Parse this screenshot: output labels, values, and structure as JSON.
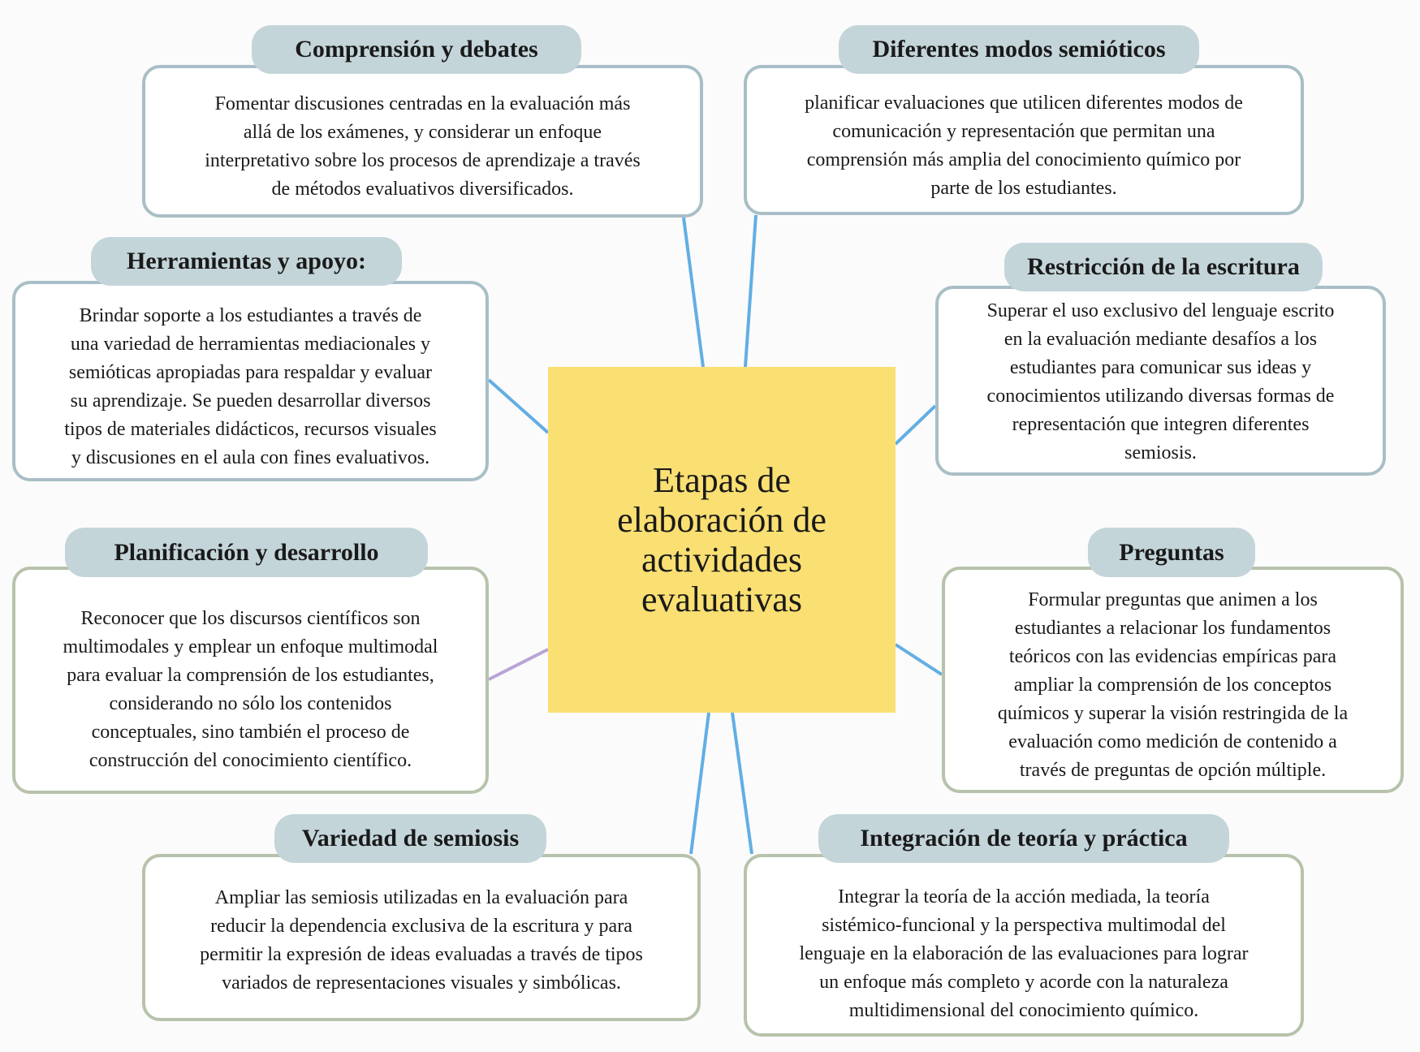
{
  "center": {
    "lines": [
      "Etapas de",
      "elaboración de",
      "actividades",
      "evaluativas"
    ]
  },
  "nodes": [
    {
      "title": "Comprensión y debates",
      "lines": [
        "Fomentar discusiones centradas en la evaluación más",
        "allá de los exámenes, y considerar un enfoque",
        "interpretativo sobre los procesos de aprendizaje a través",
        "de métodos evaluativos diversificados."
      ]
    },
    {
      "title": "Diferentes modos semióticos",
      "lines": [
        "planificar evaluaciones que utilicen diferentes modos de",
        "comunicación y representación que permitan una",
        "comprensión más amplia del conocimiento químico por",
        "parte de los estudiantes."
      ]
    },
    {
      "title": "Herramientas y apoyo:",
      "lines": [
        "Brindar soporte a los estudiantes a través de",
        "una variedad de herramientas mediacionales y",
        "semióticas apropiadas para respaldar y evaluar",
        "su aprendizaje. Se pueden desarrollar diversos",
        "tipos de materiales didácticos, recursos visuales",
        "y discusiones en el aula con fines evaluativos."
      ]
    },
    {
      "title": "Restricción de la escritura",
      "lines": [
        "Superar el uso exclusivo del lenguaje escrito",
        "en la evaluación mediante desafíos a los",
        "estudiantes para comunicar sus ideas y",
        "conocimientos utilizando diversas formas de",
        "representación que integren diferentes",
        "semiosis."
      ]
    },
    {
      "title": "Planificación y desarrollo",
      "lines": [
        "Reconocer que los discursos científicos son",
        "multimodales y emplear un enfoque multimodal",
        "para evaluar la comprensión de los estudiantes,",
        "considerando no sólo los contenidos",
        "conceptuales, sino también el proceso de",
        "construcción del conocimiento científico."
      ]
    },
    {
      "title": "Preguntas",
      "lines": [
        "Formular preguntas que animen a los",
        "estudiantes a relacionar los fundamentos",
        "teóricos con las evidencias empíricas para",
        "ampliar la comprensión de los conceptos",
        "químicos y superar la visión restringida de la",
        "evaluación como medición de contenido a",
        "través de preguntas de opción múltiple."
      ]
    },
    {
      "title": "Variedad de semiosis",
      "lines": [
        "Ampliar las semiosis utilizadas en la evaluación para",
        "reducir la dependencia exclusiva de la escritura y para",
        "permitir la expresión de ideas evaluadas a través de tipos",
        "variados de representaciones visuales y simbólicas."
      ]
    },
    {
      "title": "Integración de teoría y práctica",
      "lines": [
        "Integrar la teoría de la acción mediada, la teoría",
        "sistémico-funcional y la perspectiva multimodal del",
        "lenguaje en la elaboración de las evaluaciones para lograr",
        "un enfoque más completo y acorde con la naturaleza",
        "multidimensional del conocimiento químico."
      ]
    }
  ],
  "colors": {
    "center": "#fadf72",
    "pill": "#c4d5da",
    "link_blue": "#62aee4",
    "link_purple": "#b9a3d6",
    "border_blue": "#a9bec6",
    "border_green": "#b7c2ab"
  }
}
